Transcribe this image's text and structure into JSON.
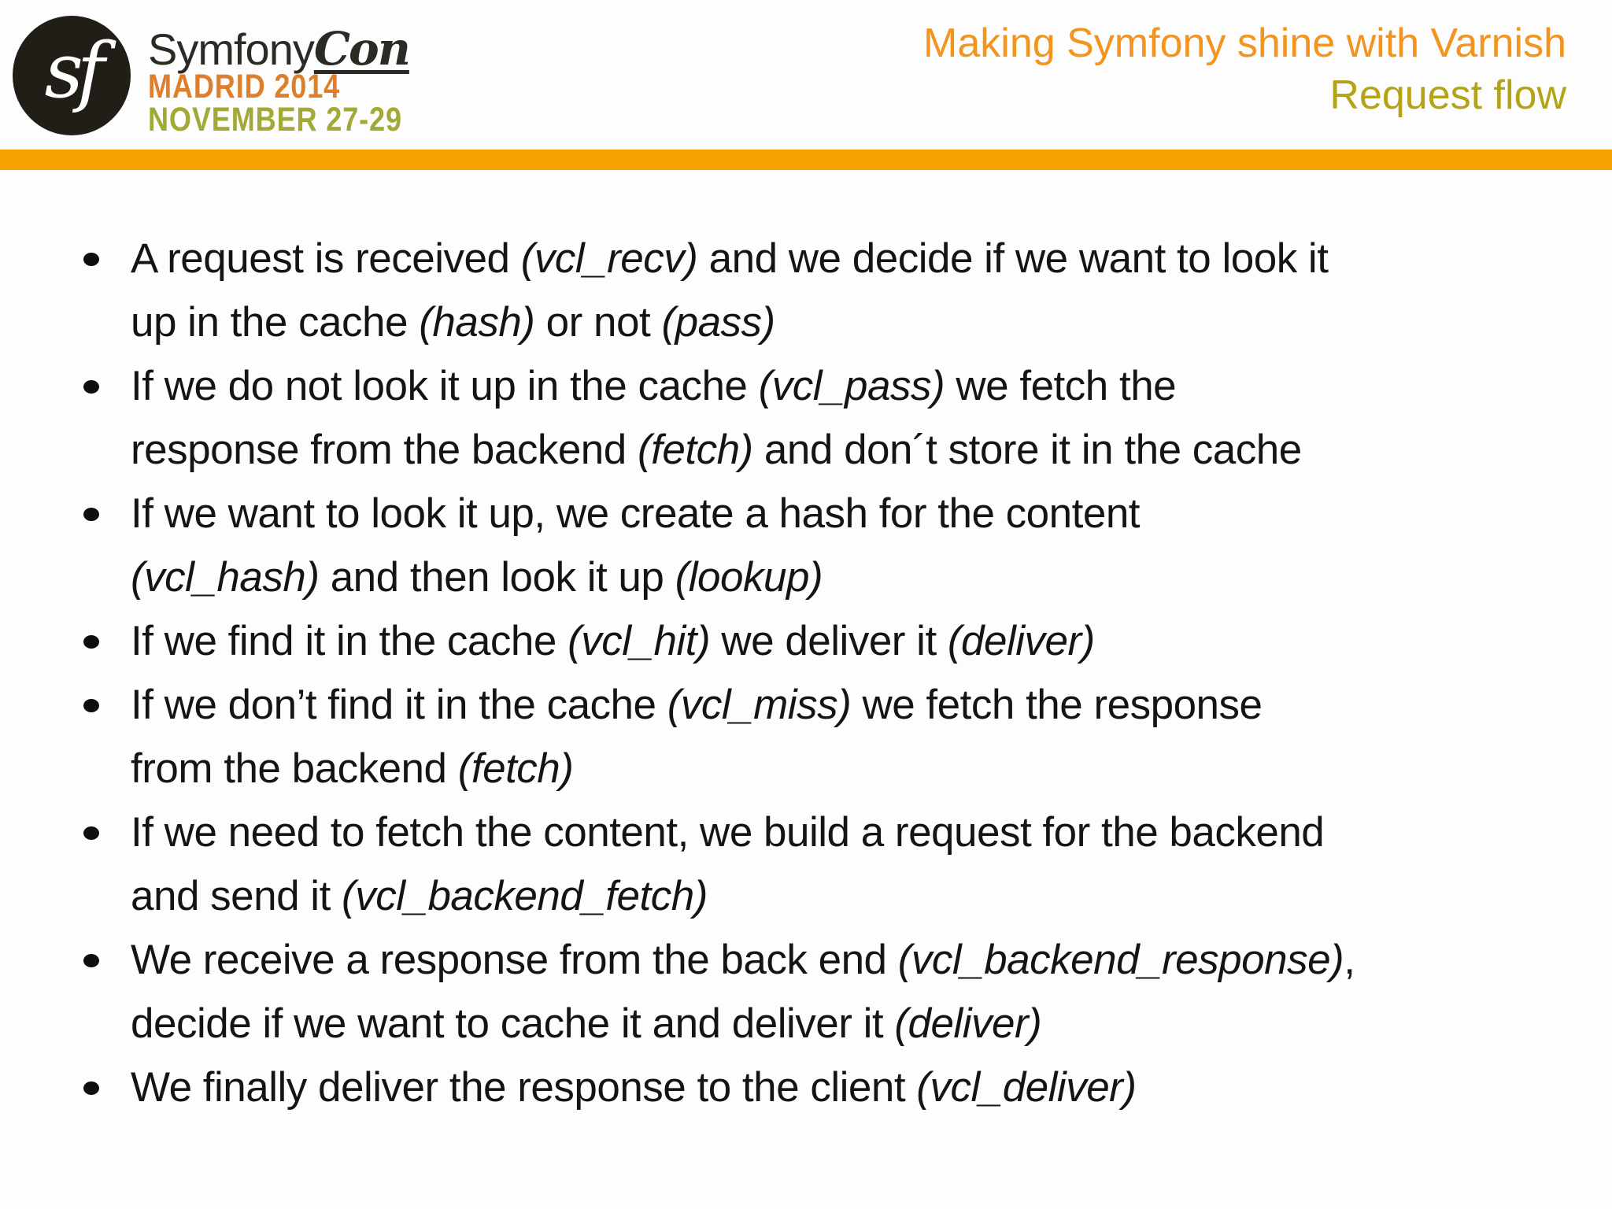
{
  "logo": {
    "glyph": "sf",
    "brand": "Symfony",
    "brand_suffix": "Con",
    "event_city_year": "MADRID 2014",
    "event_dates": "NOVEMBER 27-29"
  },
  "header": {
    "title": "Making Symfony shine with Varnish",
    "subtitle": "Request flow"
  },
  "colors": {
    "accent_bar": "#f5a200",
    "title_orange": "#f2941d",
    "subtitle_olive": "#b3a315",
    "event_city_orange": "#dd7f2b",
    "event_dates_green": "#a2a936",
    "body_text": "#141414",
    "logo_black": "#211e17"
  },
  "bullets": [
    {
      "segments": [
        {
          "text": "A request is received ",
          "italic": false
        },
        {
          "text": "(vcl_recv)",
          "italic": true
        },
        {
          "text": " and we decide if we want to look it\nup in the cache ",
          "italic": false
        },
        {
          "text": "(hash)",
          "italic": true
        },
        {
          "text": " or not ",
          "italic": false
        },
        {
          "text": "(pass)",
          "italic": true
        }
      ]
    },
    {
      "segments": [
        {
          "text": "If we do not look it up in the cache ",
          "italic": false
        },
        {
          "text": "(vcl_pass)",
          "italic": true
        },
        {
          "text": " we fetch the\nresponse from the backend ",
          "italic": false
        },
        {
          "text": "(fetch)",
          "italic": true
        },
        {
          "text": " and don´t store it in the cache",
          "italic": false
        }
      ]
    },
    {
      "segments": [
        {
          "text": "If we want to look it up, we create a hash for the content\n",
          "italic": false
        },
        {
          "text": "(vcl_hash)",
          "italic": true
        },
        {
          "text": " and then look it up ",
          "italic": false
        },
        {
          "text": "(lookup)",
          "italic": true
        }
      ]
    },
    {
      "segments": [
        {
          "text": "If we find it in the cache ",
          "italic": false
        },
        {
          "text": "(vcl_hit)",
          "italic": true
        },
        {
          "text": " we deliver it ",
          "italic": false
        },
        {
          "text": "(deliver)",
          "italic": true
        }
      ]
    },
    {
      "segments": [
        {
          "text": "If we don’t find it in the cache ",
          "italic": false
        },
        {
          "text": "(vcl_miss)",
          "italic": true
        },
        {
          "text": " we fetch the response\nfrom the backend ",
          "italic": false
        },
        {
          "text": "(fetch)",
          "italic": true
        }
      ]
    },
    {
      "segments": [
        {
          "text": "If we need to fetch the content, we build a request for the backend\nand send it ",
          "italic": false
        },
        {
          "text": "(vcl_backend_fetch)",
          "italic": true
        }
      ]
    },
    {
      "segments": [
        {
          "text": "We receive a response from the back end ",
          "italic": false
        },
        {
          "text": "(vcl_backend_response)",
          "italic": true
        },
        {
          "text": ",\ndecide if we want to cache it and deliver it ",
          "italic": false
        },
        {
          "text": "(deliver)",
          "italic": true
        }
      ]
    },
    {
      "segments": [
        {
          "text": "We finally deliver the response to the client ",
          "italic": false
        },
        {
          "text": "(vcl_deliver)",
          "italic": true
        }
      ]
    }
  ]
}
